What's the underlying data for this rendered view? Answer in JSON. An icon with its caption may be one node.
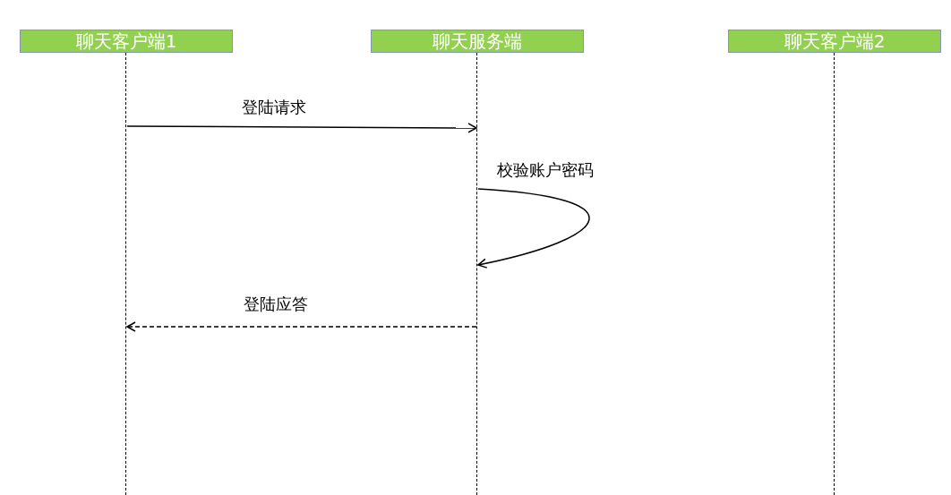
{
  "diagram": {
    "nodes": [
      {
        "text": [
          "聊天客户端1"
        ]
      },
      {
        "text": [
          "聊天服务端"
        ]
      },
      {
        "text": [
          "聊天客户端2"
        ]
      },
      {
        "text": [],
        "shape": "line"
      },
      {
        "text": [],
        "shape": "line"
      },
      {
        "text": [],
        "shape": "line"
      }
    ],
    "edges": [
      {
        "from": 3,
        "to": 4,
        "arrow": "to",
        "label": "登陆请求"
      },
      {
        "from": 4,
        "to": 4,
        "arrow": "to",
        "label": "校验账户密码"
      },
      {
        "from": 4,
        "to": 3,
        "arrow": "to",
        "label": "登陆应答",
        "style": "dashed"
      }
    ]
  }
}
